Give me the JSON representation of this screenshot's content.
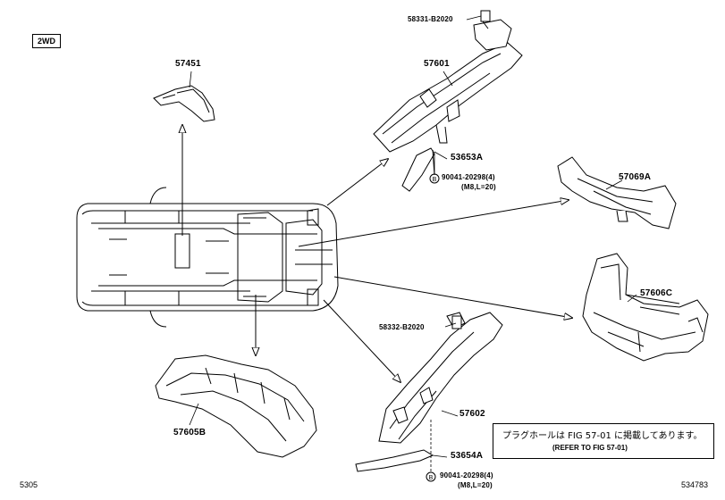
{
  "badge": "2WD",
  "labels": {
    "p57451": "57451",
    "p57601": "57601",
    "p58331": "58331-B2020",
    "p53653": "53653A",
    "bolt_top": "90041-20298(4)",
    "bolt_top_spec": "(M8,L=20)",
    "p57069": "57069A",
    "p57606": "57606C",
    "p58332": "58332-B2020",
    "p57602": "57602",
    "p53654": "53654A",
    "bolt_bottom": "90041-20298(4)",
    "bolt_bottom_spec": "(M8,L=20)",
    "p57605": "57605B",
    "bolt_marker": "B"
  },
  "note": {
    "line1": "プラグホールは FIG 57-01 に掲載してあります。",
    "line2": "(REFER TO FIG 57-01)"
  },
  "footer": {
    "left_code": "5305",
    "right_code": "534783"
  }
}
